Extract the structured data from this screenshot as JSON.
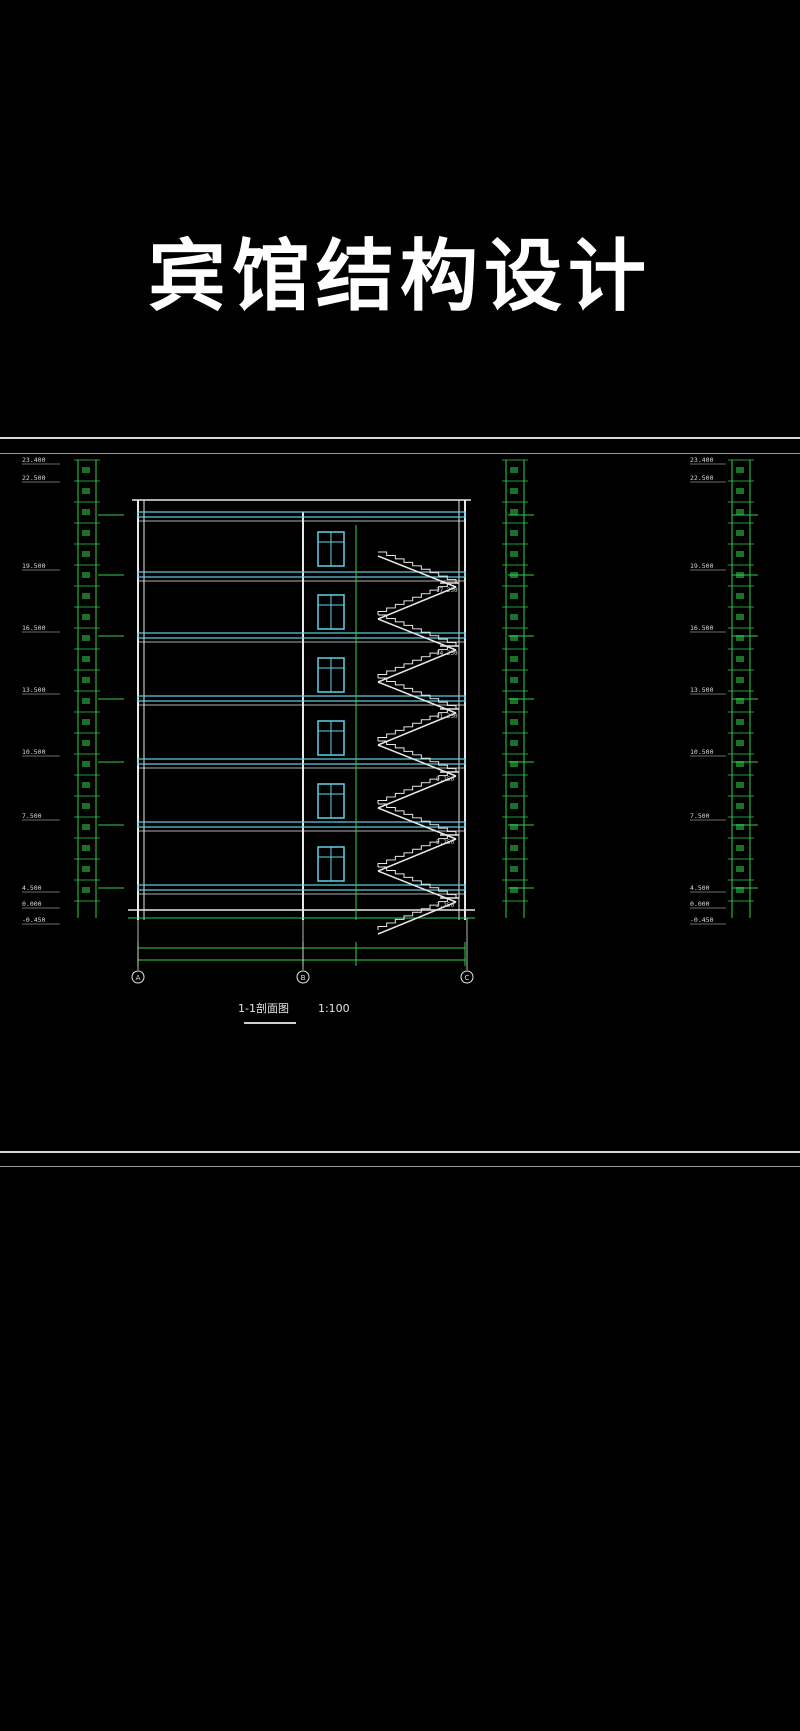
{
  "title": "宾馆结构设计",
  "drawing": {
    "section_label": "1-1剖面图",
    "scale_label": "1:100",
    "grid_axes": [
      "A",
      "B",
      "C"
    ],
    "elevations_left": [
      "23.400",
      "22.500",
      "19.500",
      "16.500",
      "13.500",
      "10.500",
      "7.500",
      "4.500",
      "0.000",
      "-0.450"
    ],
    "elevations_right": [
      "23.400",
      "22.500",
      "19.500",
      "16.500",
      "13.500",
      "10.500",
      "7.500",
      "4.500",
      "0.000",
      "-0.450"
    ],
    "stair_landings": [
      "17.250",
      "14.250",
      "11.250",
      "8.250",
      "5.250",
      "2.250"
    ],
    "colors": {
      "background": "#000000",
      "structure": "#e8e8e8",
      "slab": "#5fd3e6",
      "dimension": "#2fd04a",
      "text": "#d9d9d9"
    }
  }
}
